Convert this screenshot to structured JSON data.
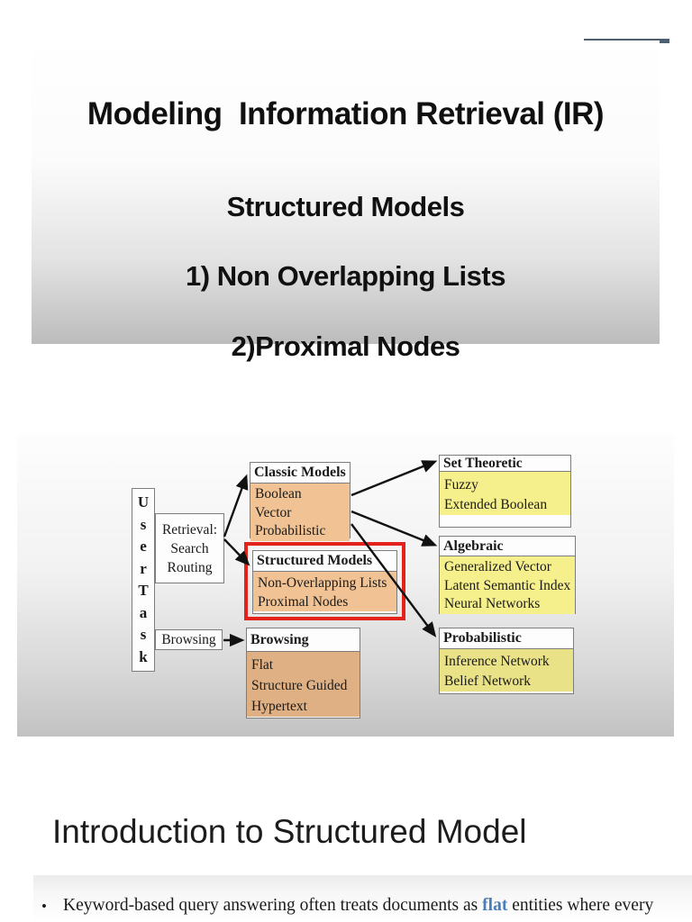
{
  "title_slide": {
    "title": "Modeling  Information Retrieval (IR)",
    "subtitle1": "Structured Models",
    "subtitle2": "1) Non Overlapping Lists",
    "subtitle3": "2)Proximal Nodes"
  },
  "diagram": {
    "user_task": {
      "letters": [
        "U",
        "s",
        "e",
        "r",
        "T",
        "a",
        "s",
        "k"
      ]
    },
    "retrieval": {
      "lines": [
        "Retrieval:",
        "Search",
        "Routing"
      ]
    },
    "browsing_label": "Browsing",
    "boxes": {
      "classic": {
        "title": "Classic Models",
        "items": [
          "Boolean",
          "Vector",
          "Probabilistic"
        ]
      },
      "structured": {
        "title": "Structured Models",
        "items": [
          "Non-Overlapping Lists",
          "Proximal Nodes"
        ]
      },
      "browsing": {
        "title": "Browsing",
        "items": [
          "Flat",
          "Structure Guided",
          "Hypertext"
        ]
      },
      "set_theoretic": {
        "title": "Set Theoretic",
        "items": [
          "Fuzzy",
          "Extended Boolean"
        ]
      },
      "algebraic": {
        "title": "Algebraic",
        "items": [
          "Generalized Vector",
          "Latent Semantic Index",
          "Neural Networks"
        ]
      },
      "probabilistic": {
        "title": "Probabilistic",
        "items": [
          "Inference Network",
          "Belief Network"
        ]
      }
    },
    "colors": {
      "classic_fill": "#f1c394",
      "browsing_fill": "#dfb083",
      "yellow_fill": "#f6f08c",
      "probabilistic_fill": "#e9e287",
      "highlight_red": "#e3231b"
    }
  },
  "section": {
    "heading": "Introduction to Structured Model"
  },
  "bullet": {
    "marker": "•",
    "before": "Keyword-based query answering often treats documents as ",
    "highlight": "flat",
    "after": " entities where every"
  },
  "colors": {
    "accent_bar": "#4e5f72",
    "flat_blue": "#4a7ebb"
  }
}
